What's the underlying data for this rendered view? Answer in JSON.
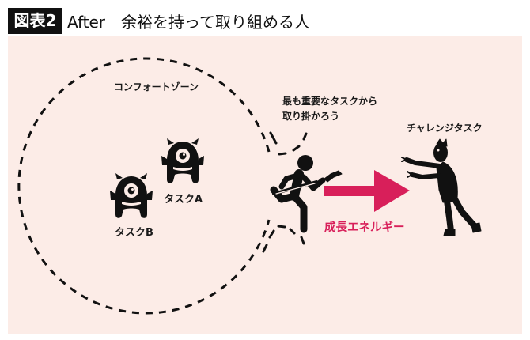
{
  "header": {
    "figure_label": "図表2",
    "title": "After　余裕を持って取り組める人"
  },
  "diagram": {
    "comfort_zone_label": "コンフォートゾーン",
    "task_a_label": "タスクA",
    "task_b_label": "タスクB",
    "callout_line1": "最も重要なタスクから",
    "callout_line2": "取り掛かろう",
    "challenge_label": "チャレンジタスク",
    "arrow_label": "成長エネルギー",
    "icons": [
      "monster-icon",
      "monster-icon",
      "runner-icon",
      "arrow-right-icon",
      "zombie-icon"
    ]
  },
  "colors": {
    "panel_background": "#fcece7",
    "accent": "#d81f5a",
    "ink": "#111111"
  }
}
